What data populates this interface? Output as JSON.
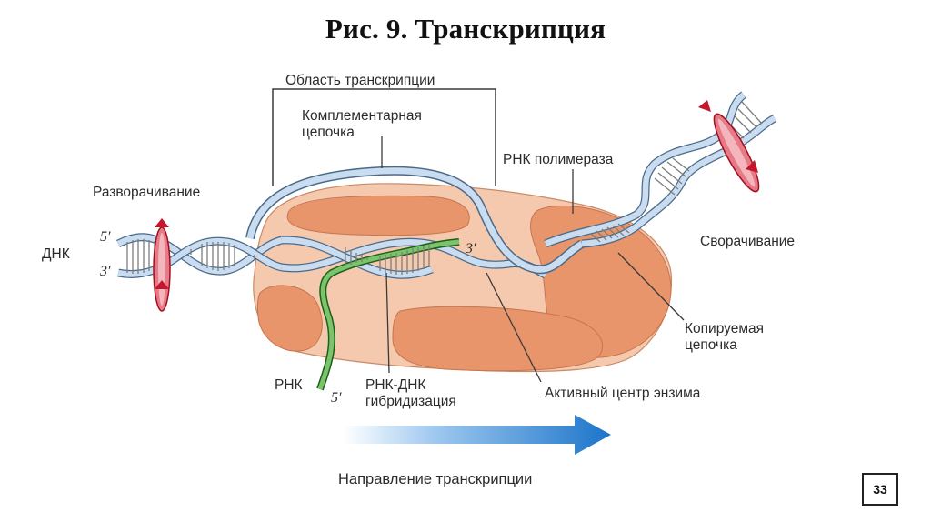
{
  "title": "Рис. 9. Транскрипция",
  "labels": {
    "region": "Область транскрипции",
    "complementary_1": "Комплементарная",
    "complementary_2": "цепочка",
    "unwinding": "Разворачивание",
    "dna": "ДНК",
    "five_prime_left": "5′",
    "three_prime_left": "3′",
    "three_prime_rna": "3′",
    "polymerase": "РНК полимераза",
    "rewinding": "Сворачивание",
    "template_1": "Копируемая",
    "template_2": "цепочка",
    "rna": "РНК",
    "five_prime_rna": "5′",
    "hybrid_1": "РНК-ДНК",
    "hybrid_2": "гибридизация",
    "active_site": "Активный центр энзима",
    "direction": "Направление транскрипции"
  },
  "page_number": "33",
  "colors": {
    "enzyme_body": "#f5c9ae",
    "enzyme_dark": "#e8956b",
    "dna_strand": "#a9c7e8",
    "dna_outline": "#4a6a8a",
    "rna_strand": "#2e8b2e",
    "rotation_arrow": "#c4162d",
    "direction_arrow": "#1b74c9"
  }
}
